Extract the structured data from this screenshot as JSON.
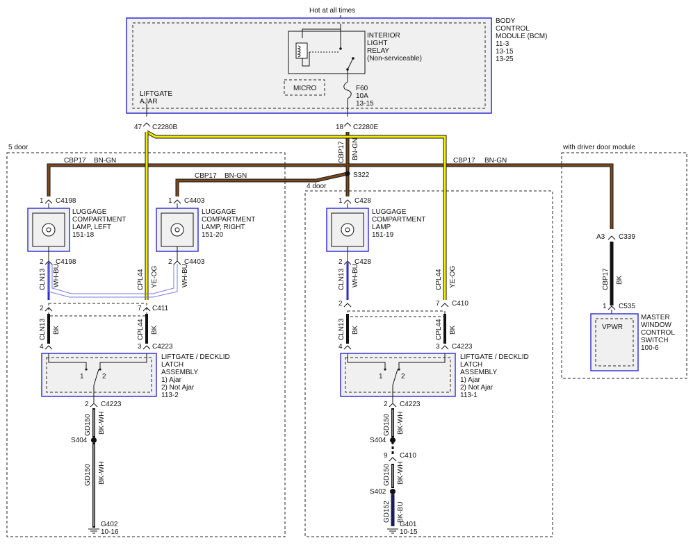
{
  "hot_label": "Hot at all times",
  "bcm": {
    "lines": [
      "BODY",
      "CONTROL",
      "MODULE (BCM)",
      "11-3",
      "13-15",
      "13-25"
    ],
    "relay_lines": [
      "INTERIOR",
      "LIGHT",
      "RELAY",
      "(Non-serviceable)"
    ],
    "micro": "MICRO",
    "fuse_lines": [
      "F60",
      "10A",
      "13-15"
    ],
    "liftgate_lines": [
      "LIFTGATE",
      "AJAR"
    ],
    "pin_47": "47",
    "conn_c2280b": "C2280B",
    "pin_18": "18",
    "conn_c2280e": "C2280E"
  },
  "regions": {
    "five_door": "5 door",
    "four_door": "4 door",
    "driver_module": "with driver door module"
  },
  "wires": {
    "cbp17": "CBP17",
    "bn_gn": "BN-GN",
    "s322": "S322",
    "cln13": "CLN13",
    "wh_bu": "WH-BU",
    "cpl44": "CPL44",
    "ye_og": "YE-OG",
    "bk": "BK",
    "gd150": "GD150",
    "bk_wh": "BK-WH",
    "gd152": "GD152",
    "bk_bu": "BK-BU"
  },
  "left": {
    "pin1": "1",
    "c4198": "C4198",
    "lamp_left": [
      "LUGGAGE",
      "COMPARTMENT",
      "LAMP, LEFT",
      "151-18"
    ],
    "pin1b": "1",
    "c4403": "C4403",
    "lamp_right": [
      "LUGGAGE",
      "COMPARTMENT",
      "LAMP, RIGHT",
      "151-20"
    ],
    "pin2a": "2",
    "c4198b": "C4198",
    "pin2b": "2",
    "c4403b": "C4403",
    "pin2c": "2",
    "pin7": "7",
    "c411": "C411",
    "pin4": "4",
    "pin3": "3",
    "c4223": "C4223",
    "latch": [
      "LIFTGATE / DECKLID",
      "LATCH",
      "ASSEMBLY",
      "1) Ajar",
      "2) Not Ajar",
      "113-2"
    ],
    "sw1": "1",
    "sw2": "2",
    "pin2d": "2",
    "c4223b": "C4223",
    "s404": "S404",
    "g402": "G402",
    "g402_ref": "10-16"
  },
  "middle": {
    "pin1": "1",
    "c428": "C428",
    "lamp": [
      "LUGGAGE",
      "COMPARTMENT",
      "LAMP",
      "151-19"
    ],
    "pin2": "2",
    "c428b": "C428",
    "pin2c": "2",
    "pin7": "7",
    "c410": "C410",
    "pin4": "4",
    "pin3": "3",
    "c4223": "C4223",
    "latch": [
      "LIFTGATE / DECKLID",
      "LATCH",
      "ASSEMBLY",
      "1) Ajar",
      "2) Not Ajar",
      "113-1"
    ],
    "sw1": "1",
    "sw2": "2",
    "pin2d": "2",
    "c4223b": "C4223",
    "s404": "S404",
    "pin9": "9",
    "c410b": "C410",
    "s402": "S402",
    "g401": "G401",
    "g401_ref": "10-15"
  },
  "right": {
    "a3": "A3",
    "c339": "C339",
    "pin1": "1",
    "c535": "C535",
    "vpwr": "VPWR",
    "switch": [
      "MASTER",
      "WINDOW",
      "CONTROL",
      "SWITCH",
      "100-6"
    ]
  },
  "colors": {
    "brown": "#7a4a1e",
    "yellow": "#f2ee00",
    "blue": "#2a2acf",
    "dark_navy": "#1c1c5a",
    "black": "#111111"
  }
}
